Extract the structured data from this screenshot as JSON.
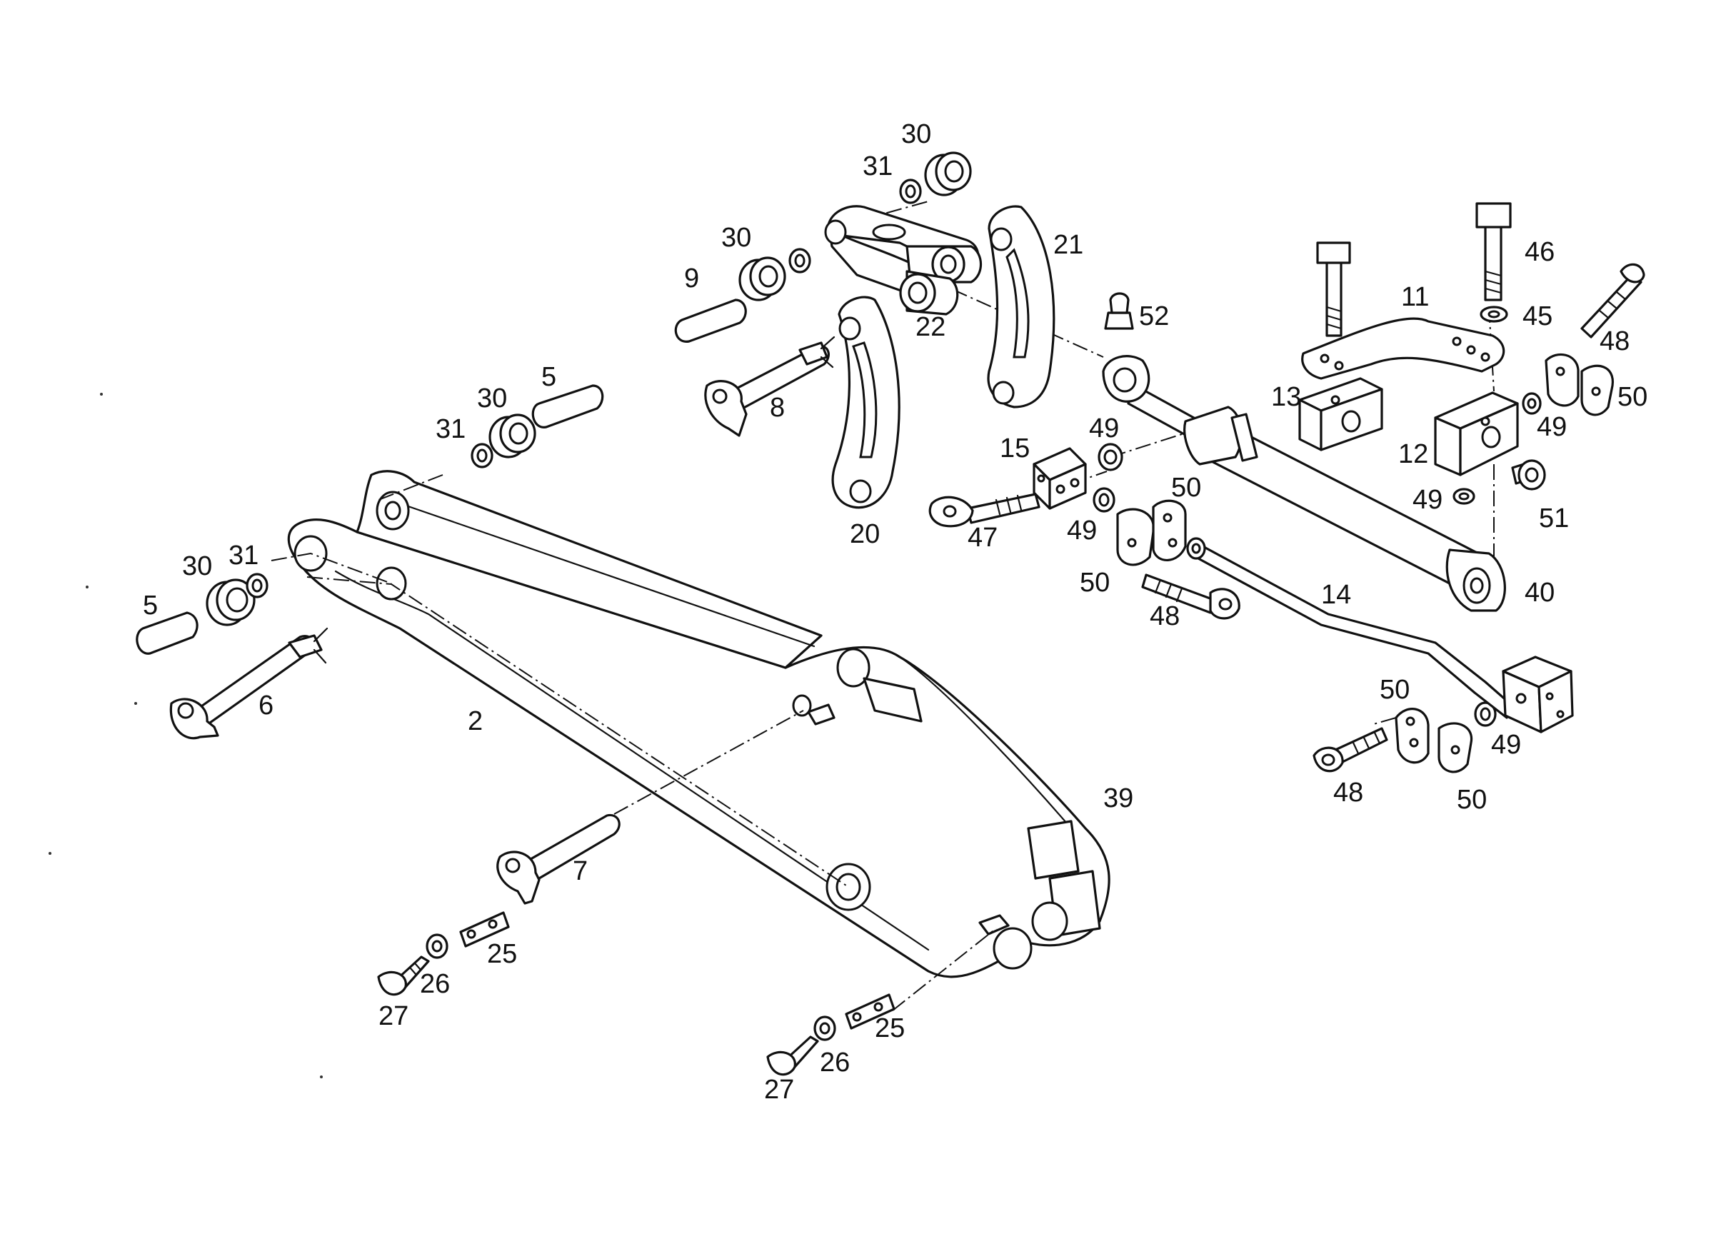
{
  "diagram": {
    "type": "exploded-parts-view",
    "labels": [
      {
        "id": "l5a",
        "text": "5"
      },
      {
        "id": "l5b",
        "text": "5"
      },
      {
        "id": "l30a",
        "text": "30"
      },
      {
        "id": "l30b",
        "text": "30"
      },
      {
        "id": "l30c",
        "text": "30"
      },
      {
        "id": "l30d",
        "text": "30"
      },
      {
        "id": "l31a",
        "text": "31"
      },
      {
        "id": "l31b",
        "text": "31"
      },
      {
        "id": "l31c",
        "text": "31"
      },
      {
        "id": "l6",
        "text": "6"
      },
      {
        "id": "l2",
        "text": "2"
      },
      {
        "id": "l7",
        "text": "7"
      },
      {
        "id": "l8",
        "text": "8"
      },
      {
        "id": "l9",
        "text": "9"
      },
      {
        "id": "l20",
        "text": "20"
      },
      {
        "id": "l21",
        "text": "21"
      },
      {
        "id": "l22",
        "text": "22"
      },
      {
        "id": "l52",
        "text": "52"
      },
      {
        "id": "l11",
        "text": "11"
      },
      {
        "id": "l46",
        "text": "46"
      },
      {
        "id": "l45",
        "text": "45"
      },
      {
        "id": "l48a",
        "text": "48"
      },
      {
        "id": "l48b",
        "text": "48"
      },
      {
        "id": "l48c",
        "text": "48"
      },
      {
        "id": "l50a",
        "text": "50"
      },
      {
        "id": "l50b",
        "text": "50"
      },
      {
        "id": "l50c",
        "text": "50"
      },
      {
        "id": "l50d",
        "text": "50"
      },
      {
        "id": "l50e",
        "text": "50"
      },
      {
        "id": "l49a",
        "text": "49"
      },
      {
        "id": "l49b",
        "text": "49"
      },
      {
        "id": "l49c",
        "text": "49"
      },
      {
        "id": "l49d",
        "text": "49"
      },
      {
        "id": "l49e",
        "text": "49"
      },
      {
        "id": "l13",
        "text": "13"
      },
      {
        "id": "l12",
        "text": "12"
      },
      {
        "id": "l51",
        "text": "51"
      },
      {
        "id": "l15",
        "text": "15"
      },
      {
        "id": "l47",
        "text": "47"
      },
      {
        "id": "l40",
        "text": "40"
      },
      {
        "id": "l14",
        "text": "14"
      },
      {
        "id": "l39",
        "text": "39"
      },
      {
        "id": "l25a",
        "text": "25"
      },
      {
        "id": "l25b",
        "text": "25"
      },
      {
        "id": "l26a",
        "text": "26"
      },
      {
        "id": "l26b",
        "text": "26"
      },
      {
        "id": "l27a",
        "text": "27"
      },
      {
        "id": "l27b",
        "text": "27"
      }
    ]
  }
}
